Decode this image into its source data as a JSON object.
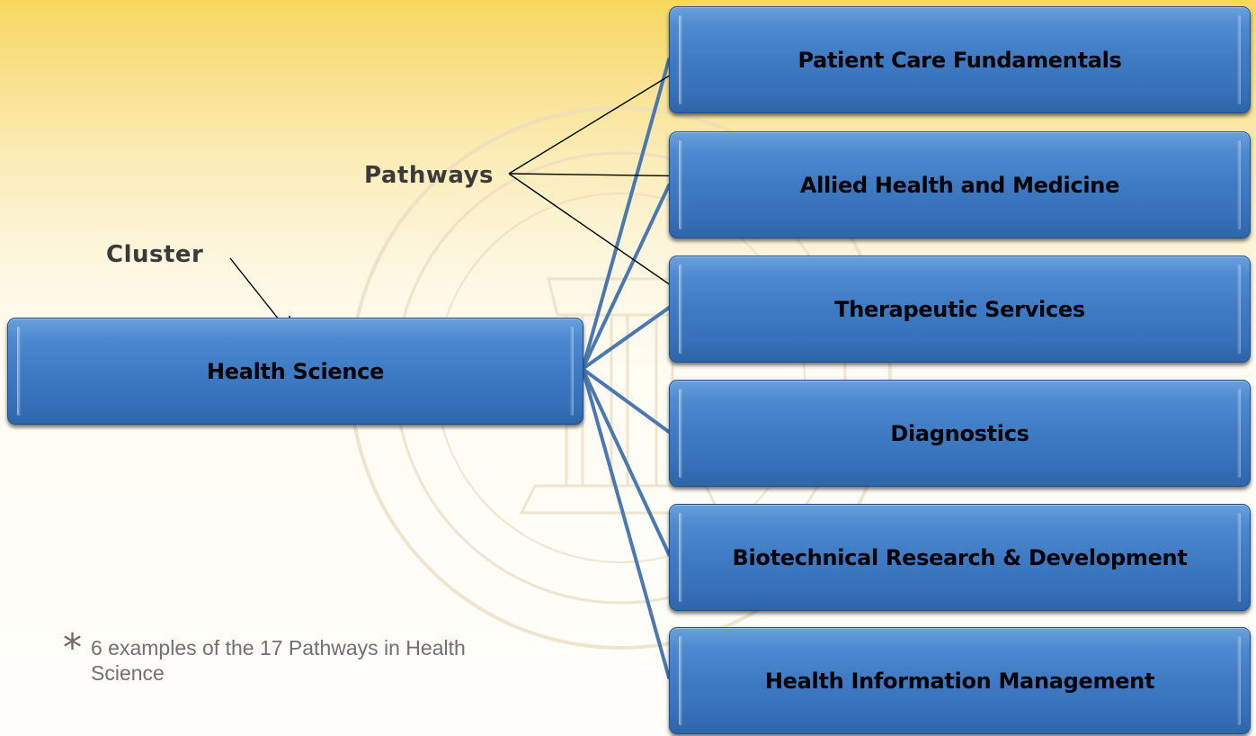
{
  "labels": {
    "cluster": "Cluster",
    "pathways": "Pathways"
  },
  "cluster": {
    "name": "Health Science"
  },
  "pathways": [
    {
      "name": "Patient Care Fundamentals"
    },
    {
      "name": "Allied Health and Medicine"
    },
    {
      "name": "Therapeutic Services"
    },
    {
      "name": "Diagnostics"
    },
    {
      "name": "Biotechnical Research & Development"
    },
    {
      "name": "Health Information Management"
    }
  ],
  "footnote": {
    "symbol": "*",
    "text": "6 examples of the 17 Pathways in Health Science"
  },
  "colors": {
    "box_blue": "#3f7bc4",
    "connector_blue": "#4a78b0",
    "label_gray": "#3a3a3a",
    "background_gold": "#f7d85f"
  }
}
